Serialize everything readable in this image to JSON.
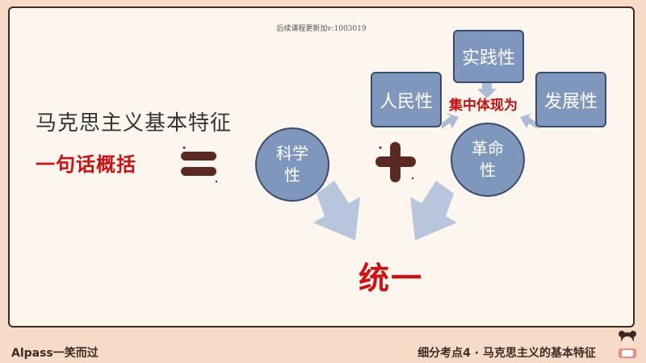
{
  "watermark": "后续课程更新加v:1003019",
  "title": "马克思主义基本特征",
  "subtitle": "一句话概括",
  "scientific": {
    "line1": "科学",
    "line2": "性"
  },
  "revolutionary": {
    "line1": "革命",
    "line2": "性"
  },
  "boxes": {
    "people": "人民性",
    "practice": "实践性",
    "development": "发展性"
  },
  "concentrate_label": "集中体现为",
  "unity": "统一",
  "footer": {
    "left": "Alpass一笑而过",
    "right": "细分考点4 · 马克思主义的基本特征"
  },
  "colors": {
    "accent_red": "#d01010",
    "node_blue": "#7f97bc",
    "arrow_blue": "#a9bbd6",
    "footer_bg": "#f6dcc8"
  },
  "icons": [
    "equals-icon",
    "plus-icon",
    "arrow-down-icon",
    "avatar-girl-icon"
  ]
}
